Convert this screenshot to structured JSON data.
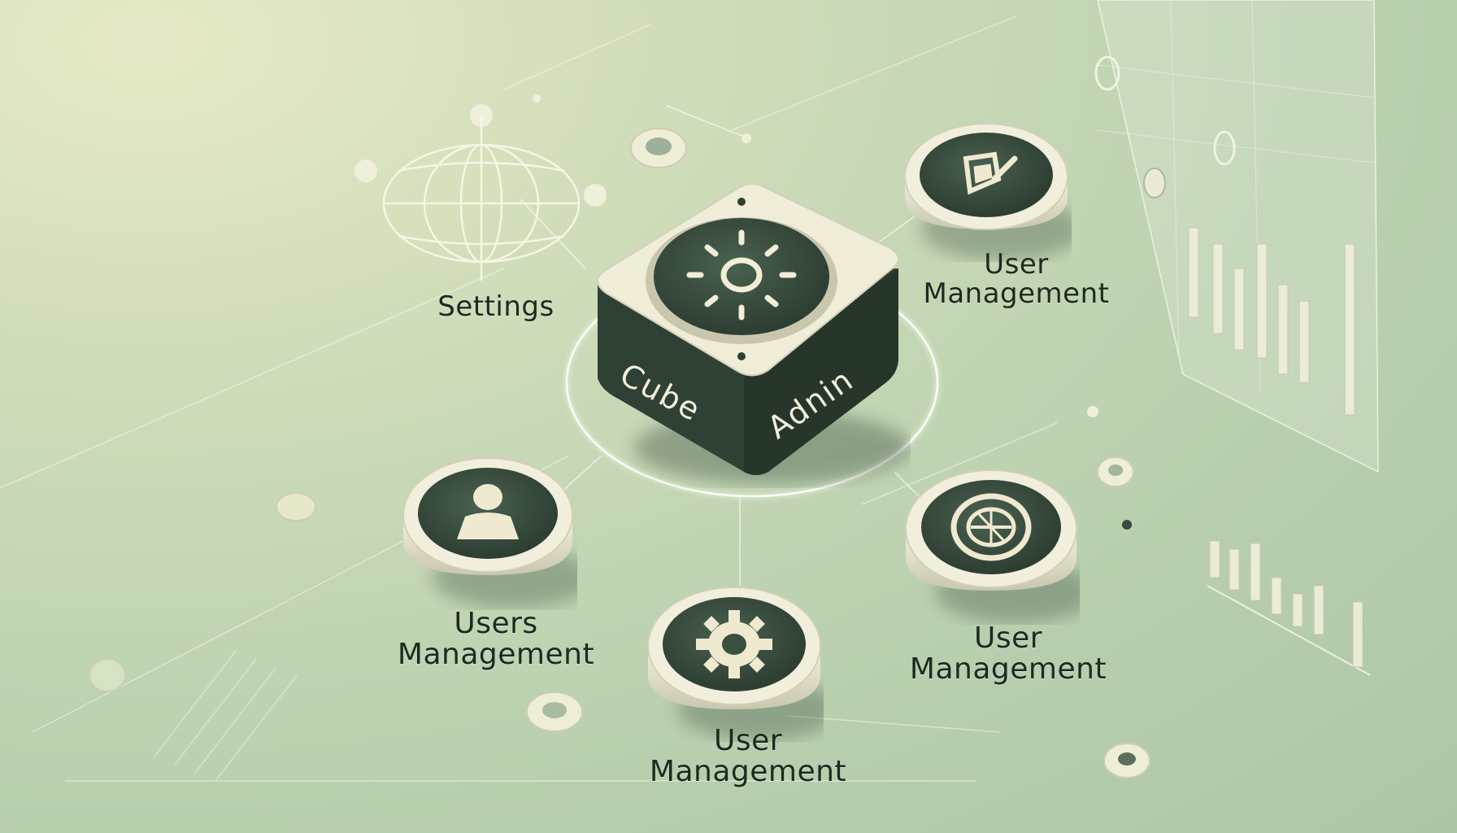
{
  "hub": {
    "word1": "Cube",
    "word2": "Adnin"
  },
  "labels": {
    "settings": "Settings",
    "top_right": {
      "line1": "User",
      "line2": "Management"
    },
    "left": {
      "line1": "Users",
      "line2": "Management"
    },
    "bottom": {
      "line1": "User",
      "line2": "Management"
    },
    "right": {
      "line1": "User",
      "line2": "Management"
    }
  },
  "icons": {
    "hub": "sun-icon",
    "top_right": "broom-icon",
    "left": "user-icon",
    "bottom": "gear-icon",
    "right": "target-icon",
    "settings": "globe-wireframe-icon"
  },
  "colors": {
    "background": "#bcd2b1",
    "button_dark": "#344a3c",
    "button_rim": "#e9e6d2",
    "label_text": "#1c2a20",
    "glow": "#f7fbe8"
  }
}
